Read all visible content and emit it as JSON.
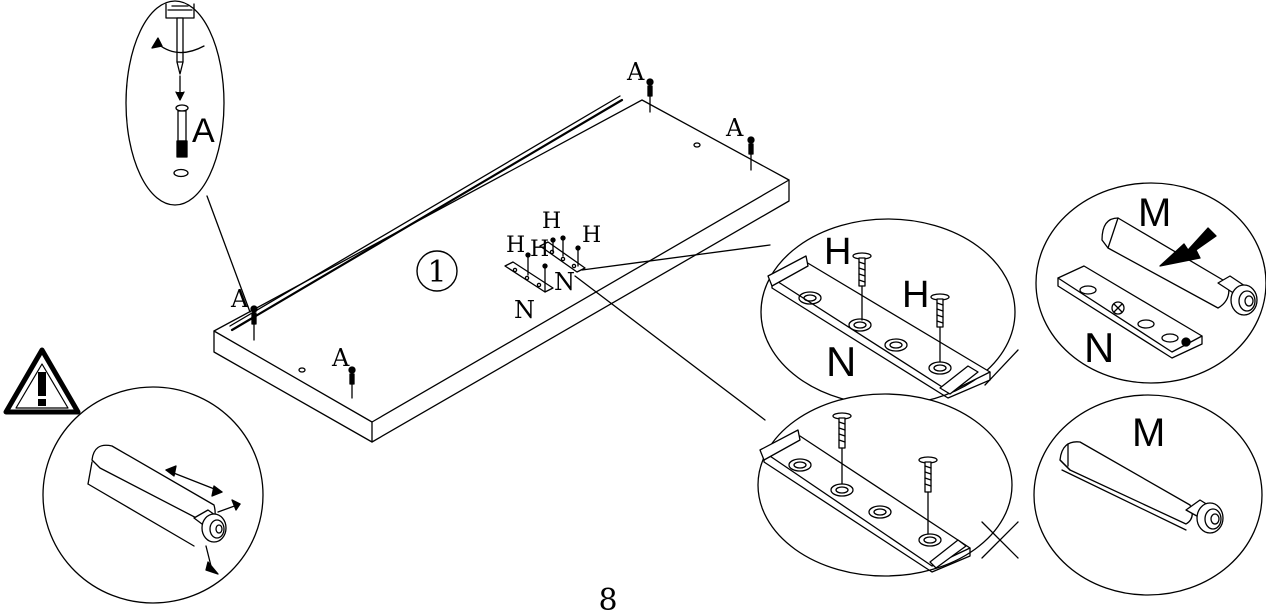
{
  "labels": {
    "dowel": "A",
    "screw": "H",
    "plate": "N",
    "catch": "M"
  },
  "step_number": "1",
  "page_number": "8"
}
